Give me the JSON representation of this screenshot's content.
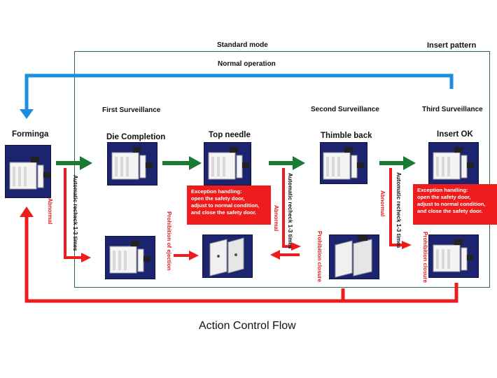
{
  "header": {
    "standard_mode": "Standard mode",
    "insert_pattern": "Insert pattern",
    "normal_operation": "Normal operation"
  },
  "surveillance": {
    "first": "First Surveillance",
    "second": "Second Surveillance",
    "third": "Third Surveillance"
  },
  "stages": {
    "forminga": "Forminga",
    "die_completion": "Die Completion",
    "top_needle": "Top needle",
    "thimble_back": "Thimble back",
    "insert_ok": "Insert OK"
  },
  "exceptions": {
    "top_needle": [
      "Exception handling:",
      "open the safety door,",
      "adjust to normal condition,",
      "and close the safety door."
    ],
    "insert_ok": [
      "Exception handling:",
      "open the safety door,",
      "adjust to normal condition,",
      "and close the safety door."
    ]
  },
  "vertical_labels": {
    "recheck_1": "Automatic recheck 1-3 times",
    "abnormal_1": "Abnormal",
    "prohibition_ejection": "Prohibition of ejection",
    "recheck_2": "Automatic recheck 1-3 times",
    "abnormal_2": "Abnormal",
    "prohibition_closure_1": "Prohibition closure",
    "recheck_3": "Automatic recheck 1-3 times",
    "abnormal_3": "Abnormal",
    "prohibition_closure_2": "Prohibition closure"
  },
  "caption": "Action Control Flow",
  "colors": {
    "blue_arrow": "#1a8fe0",
    "green_arrow": "#1a7a35",
    "red_arrow": "#ee1c1c",
    "tile_bg": "#1c2470",
    "box_border": "#2f6b4a"
  }
}
